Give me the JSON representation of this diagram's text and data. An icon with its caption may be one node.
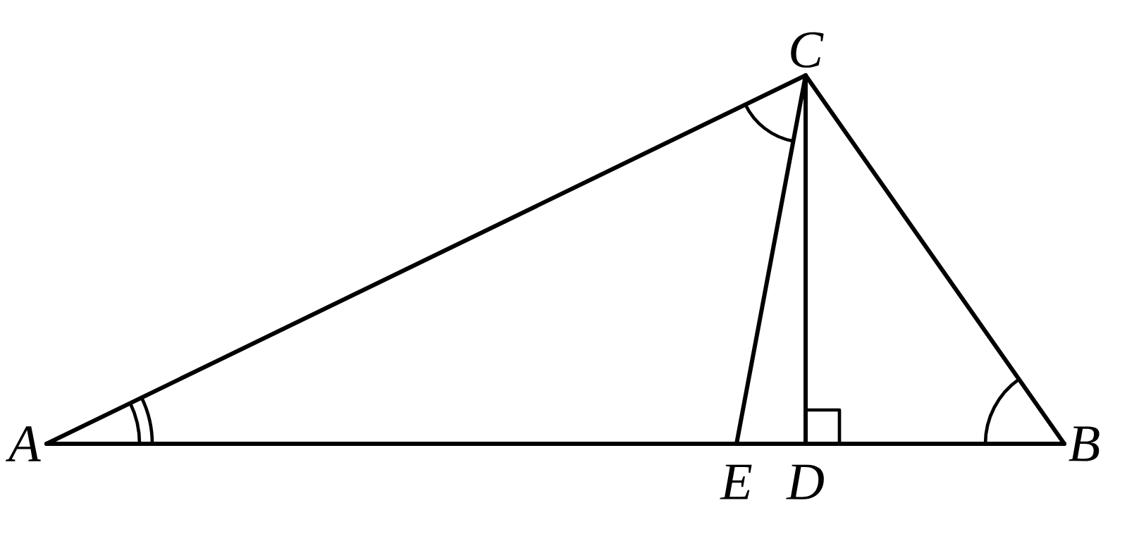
{
  "diagram": {
    "nodes": [
      {
        "text": [
          "A"
        ]
      },
      {
        "text": [
          "B"
        ]
      },
      {
        "text": [
          "C"
        ]
      },
      {
        "text": [
          "D"
        ]
      },
      {
        "text": [
          "E"
        ]
      }
    ],
    "edges": [
      {
        "from": 0,
        "to": 2,
        "arrow": "none"
      },
      {
        "from": 2,
        "to": 1,
        "arrow": "none"
      },
      {
        "from": 2,
        "to": 4,
        "arrow": "none"
      },
      {
        "from": 2,
        "to": 3,
        "arrow": "none"
      },
      {
        "from": 0,
        "to": 4,
        "arrow": "none"
      },
      {
        "from": 4,
        "to": 3,
        "arrow": "none"
      },
      {
        "from": 3,
        "to": 1,
        "arrow": "none"
      }
    ]
  }
}
